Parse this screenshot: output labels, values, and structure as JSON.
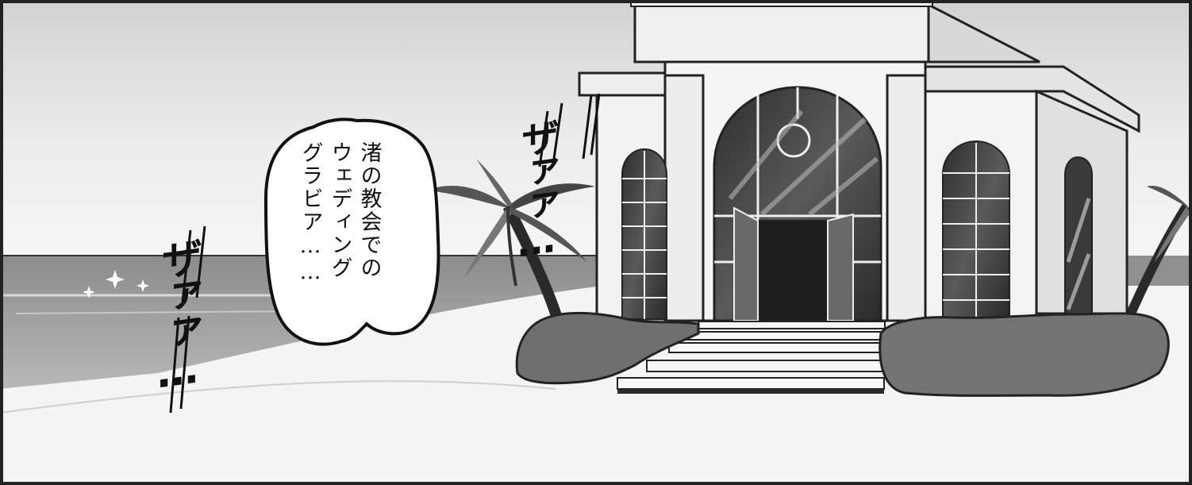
{
  "speech_bubble": {
    "lines": [
      "渚の教会での",
      "ウェディング",
      "グラビア……"
    ]
  },
  "sfx": {
    "right": "ザァァ…",
    "left": "ザァァ…"
  },
  "colors": {
    "border": "#222222",
    "sky": "#e6e6e6",
    "sea": "#9a9a9a",
    "sand": "#f4f4f4",
    "church_wall": "#f2f2f2",
    "dark_glass": "#3a3a3a",
    "bush": "#6f6f6f"
  }
}
